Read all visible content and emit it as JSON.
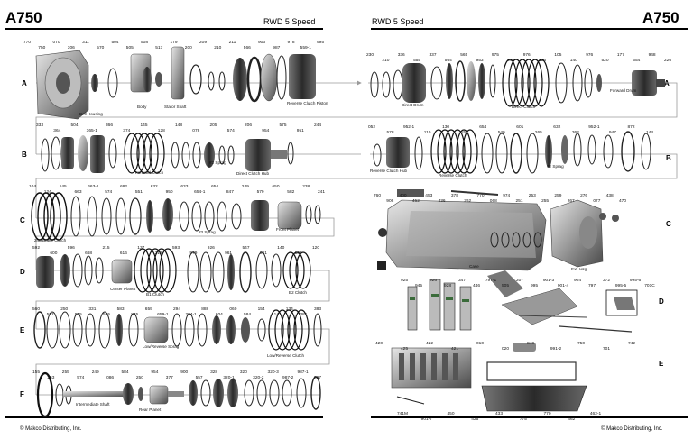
{
  "header": {
    "left_title": "A750",
    "right_title": "A750",
    "left_subtitle": "RWD 5 Speed",
    "right_subtitle": "RWD 5 Speed"
  },
  "row_labels": {
    "left": [
      "A",
      "B",
      "C",
      "D",
      "E",
      "F"
    ],
    "right": [
      "A",
      "B",
      "C",
      "D",
      "E"
    ]
  },
  "captions": {
    "bell_housing": "Bell Housing",
    "body": "Body",
    "stator_shaft": "Stator Shaft",
    "reverse_clutch_piston": "Reverse Clutch Piston",
    "direct_drum": "Direct Drum",
    "direct_clutch": "Direct Clutch",
    "forward_drum": "Forward Drum",
    "forward_clutch": "Forward Clutch",
    "direct_clutch_hub": "Direct Clutch Hub",
    "reverse_clutch_hub": "Reverse Clutch Hub",
    "reverse_clutch": "Reverse Clutch",
    "sprag_2": "#2 Sprag",
    "sprag_2b": "#2 Sprag",
    "second_brake_clutch": "2nd Brake Clutch",
    "front_planet": "Front Planet",
    "sprag_3": "#3 Sprag",
    "case": "Case",
    "ext_hsg": "Ext. Hsg.",
    "center_planet": "Center Planet",
    "b1_clutch": "B1 Clutch",
    "b2_clutch": "B2 Clutch",
    "low_reverse_sprag": "Low/Reverse Sprag",
    "low_reverse_clutch": "Low/Reverse Clutch",
    "intermediate_shaft": "Intermediate Shaft",
    "rear_planet": "Rear Planet"
  },
  "part_numbers": {
    "a_left": [
      "770",
      "750",
      "070",
      "306",
      "311",
      "570",
      "504",
      "505",
      "508",
      "517",
      "179",
      "200",
      "209",
      "210",
      "211",
      "566",
      "903",
      "987",
      "978",
      "559-1",
      "995"
    ],
    "a_right": [
      "230",
      "210",
      "336",
      "555",
      "337",
      "564",
      "565",
      "953",
      "975",
      "956",
      "976",
      "126",
      "105",
      "140",
      "976",
      "520",
      "177",
      "554",
      "948",
      "226"
    ],
    "b_left": [
      "333",
      "364",
      "504",
      "365-1",
      "366",
      "374",
      "145",
      "128",
      "148",
      "078",
      "205",
      "574",
      "206",
      "954",
      "575",
      "951",
      "244"
    ],
    "b_right": [
      "052",
      "578",
      "952-1",
      "110",
      "130",
      "155",
      "654",
      "549",
      "601",
      "265",
      "632",
      "362",
      "952-1",
      "947",
      "872",
      "144"
    ],
    "c_left": [
      "104",
      "124",
      "145",
      "663",
      "663-1",
      "574",
      "692",
      "551",
      "632",
      "950",
      "633",
      "654-1",
      "654",
      "847",
      "249",
      "579",
      "650",
      "582",
      "238",
      "241"
    ],
    "c_right": [
      "760",
      "906",
      "400",
      "452",
      "453",
      "436",
      "378",
      "262",
      "770",
      "068",
      "974",
      "251",
      "253",
      "255",
      "259",
      "267",
      "276",
      "077",
      "438",
      "470"
    ],
    "d_left": [
      "592",
      "600",
      "596",
      "668",
      "215",
      "616",
      "137",
      "312",
      "593",
      "979",
      "926",
      "961",
      "547",
      "861",
      "140",
      "100",
      "120"
    ],
    "d_right": [
      "925",
      "945",
      "926",
      "928",
      "347",
      "446",
      "797-1",
      "505",
      "207",
      "995",
      "901-3",
      "901-4",
      "904",
      "797",
      "372",
      "995-5",
      "995-6",
      "701C"
    ],
    "e_left": [
      "560",
      "572",
      "250",
      "955",
      "331",
      "545",
      "583",
      "845",
      "659",
      "659-1",
      "294",
      "294-1",
      "888",
      "604",
      "060",
      "584",
      "154",
      "114",
      "134",
      "381",
      "383"
    ],
    "e_right": [
      "420",
      "425",
      "422",
      "421",
      "010",
      "020",
      "840",
      "991-2",
      "750",
      "701",
      "742"
    ],
    "f_left": [
      "155",
      "253",
      "255",
      "574",
      "249",
      "086",
      "584",
      "250",
      "954",
      "377",
      "900",
      "557",
      "328",
      "320-1",
      "320",
      "320-2",
      "320-3",
      "987-2",
      "987-1",
      "897"
    ],
    "f_right": [
      "741M",
      "901-7",
      "450",
      "425",
      "433",
      "775",
      "770",
      "462",
      "462-1"
    ]
  },
  "footer": {
    "left": "© Makco Distributing, Inc.",
    "right": "© Makco Distributing, Inc."
  },
  "colors": {
    "ink": "#000000",
    "metal": "#8a8a8a",
    "part_dark": "#2a2a2a",
    "arrow": "#9a9a9a"
  }
}
